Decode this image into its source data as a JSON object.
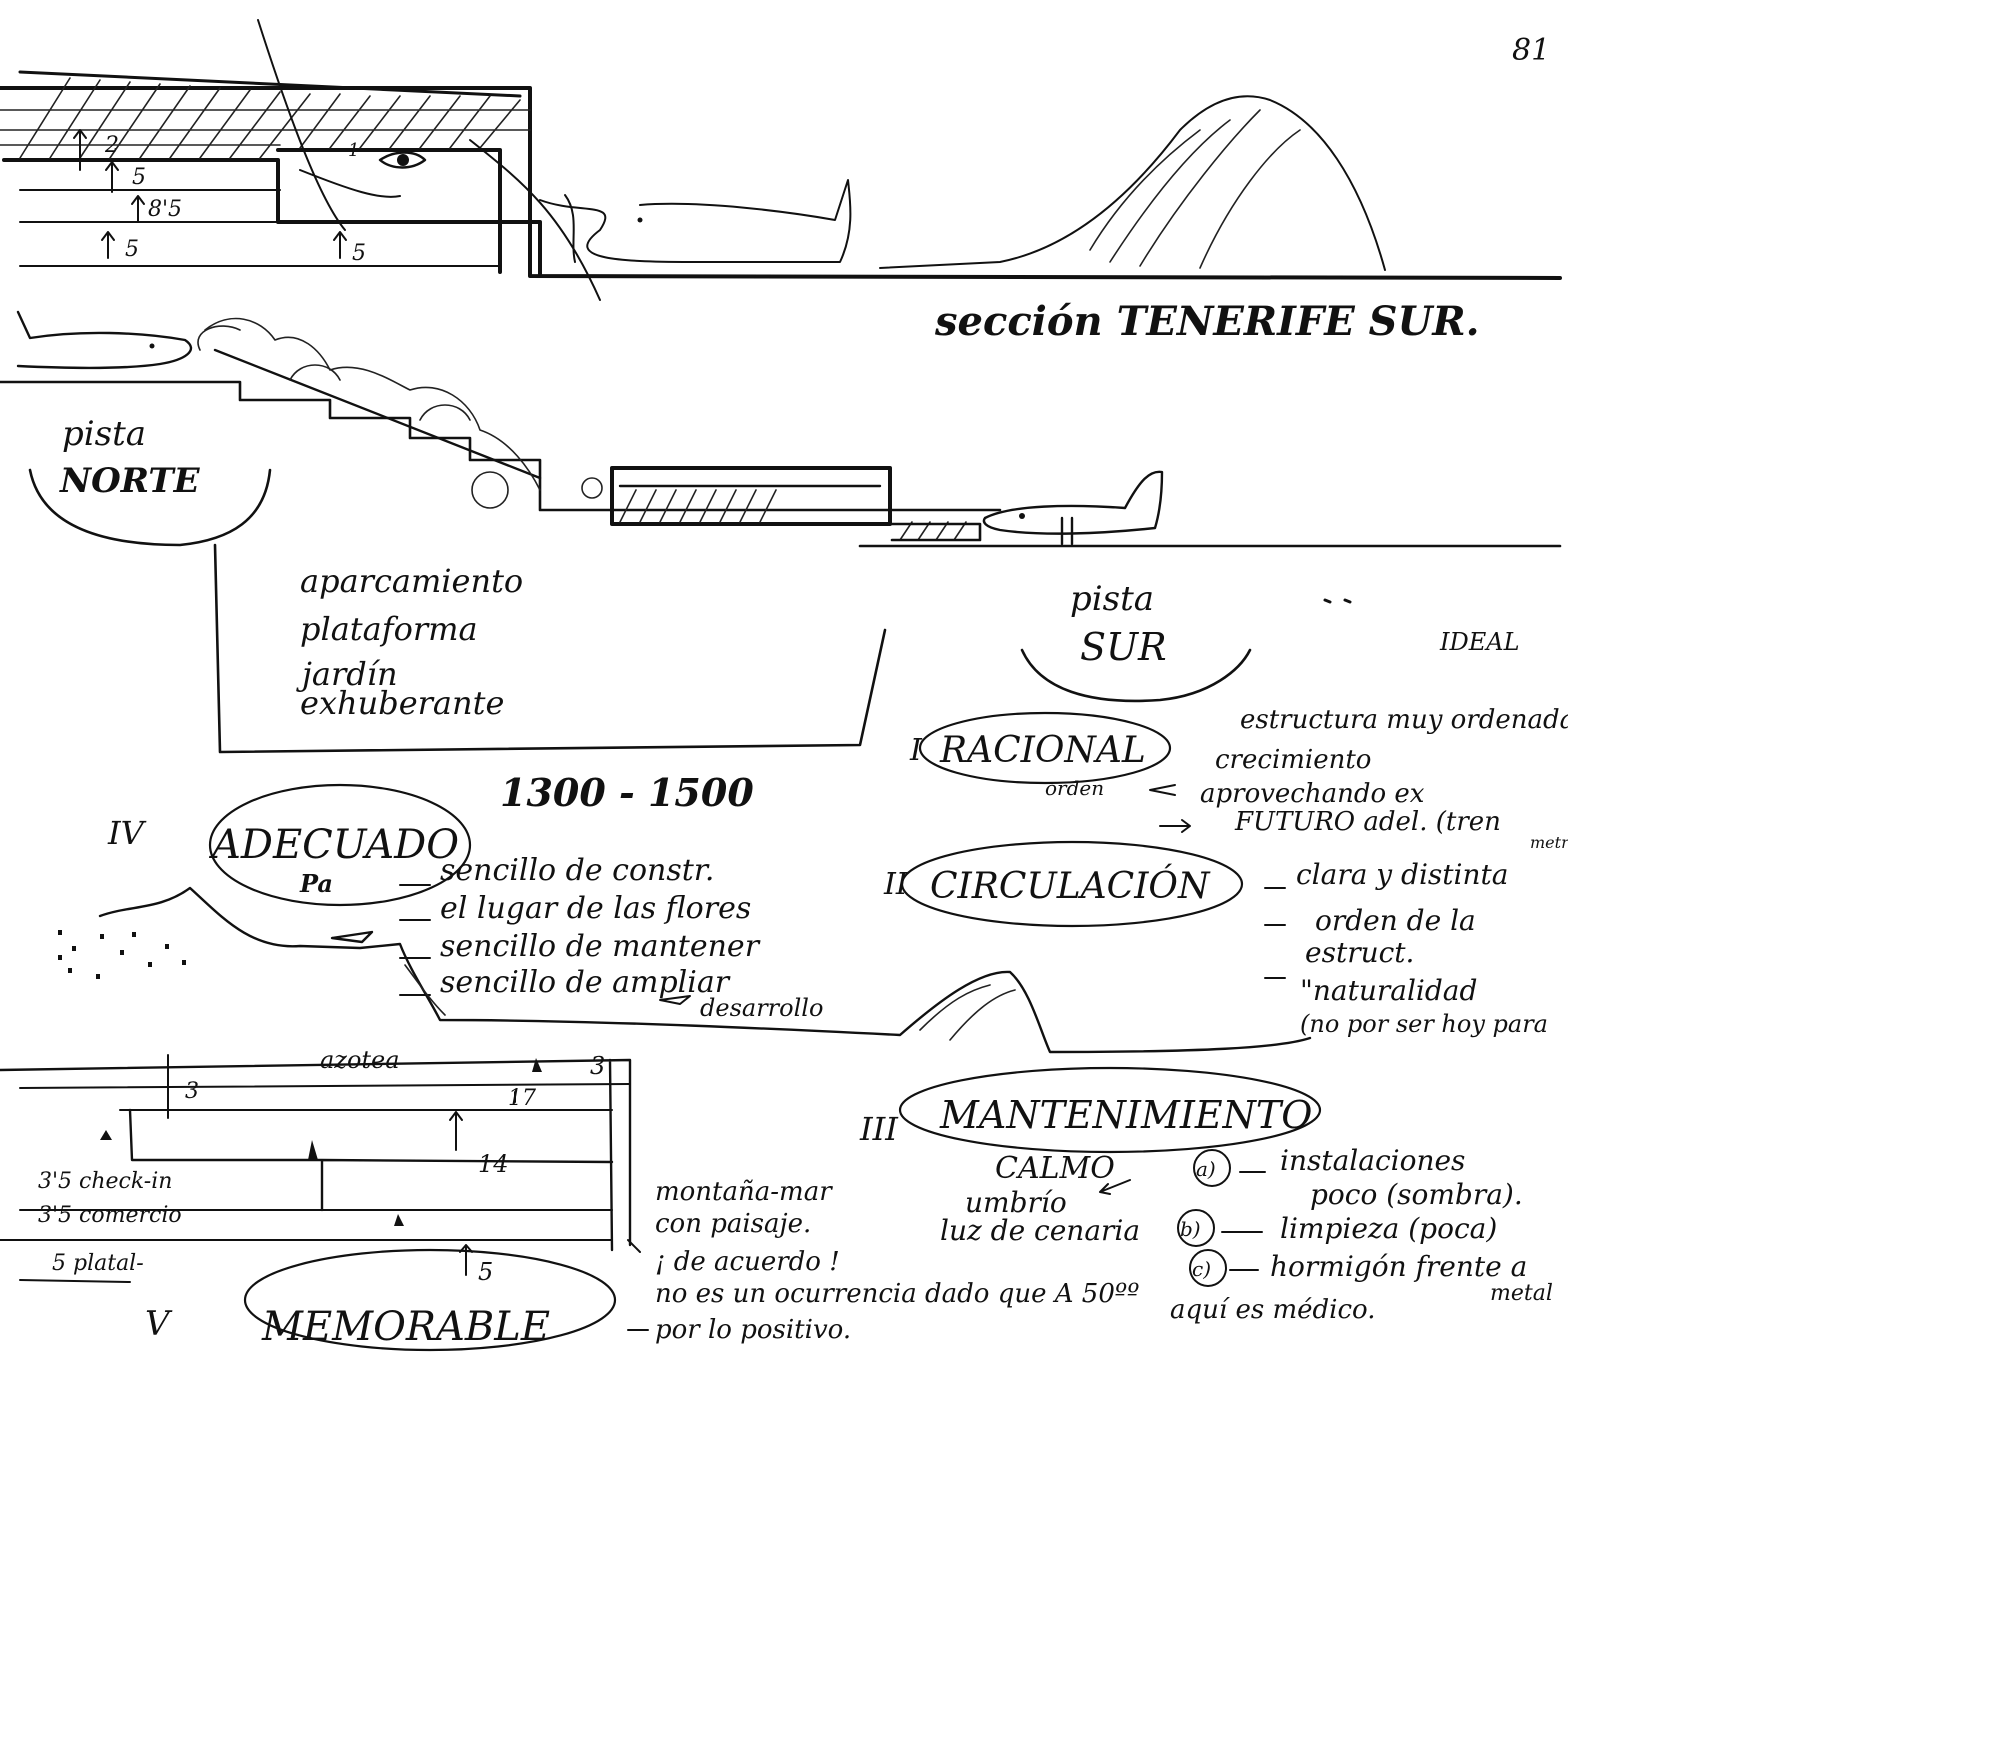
{
  "page_number": "81",
  "section_title": "sección TENERIFE SUR.",
  "top_section_labels": {
    "h_top": "2",
    "h_mid": "5",
    "h_upper": "8'5",
    "h_bottom": "5",
    "h_right": "5",
    "h_small": "1"
  },
  "pista_norte": [
    "pista",
    "NORTE"
  ],
  "pista_sur": [
    "pista",
    "SUR"
  ],
  "program_list": [
    "aparcamiento",
    "plataforma",
    "jardín",
    "exhuberante"
  ],
  "height_range": "1300 - 1500",
  "margin_note": "IDEAL",
  "principles": {
    "adecuado": {
      "numeral": "IV",
      "title": "ADECUADO",
      "prefix": "Pa",
      "notes": [
        "sencillo de constr.",
        "el lugar de las flores",
        "sencillo de mantener",
        "sencillo de ampliar",
        "desarrollo"
      ]
    },
    "racional": {
      "numeral": "I",
      "title": "RACIONAL",
      "sub": "orden",
      "notes": [
        "estructura muy ordenada",
        "crecimiento",
        "aprovechando ex",
        "FUTURO adel. (tren",
        "metro"
      ]
    },
    "circulacion": {
      "numeral": "II",
      "title": "CIRCULACIÓN",
      "notes": [
        "clara y distinta",
        "orden de la",
        "estruct.",
        "\"naturalidad",
        "(no por ser hoy para"
      ]
    },
    "mantenimiento": {
      "numeral": "III",
      "title": "MANTENIMIENTO",
      "left_words": [
        "CALMO",
        "umbrío",
        "luz de cenaria"
      ],
      "items": [
        {
          "marker": "a)",
          "text": "instalaciones"
        },
        {
          "marker": "",
          "text": "poco (sombra)."
        },
        {
          "marker": "b)",
          "text": "limpieza (poca)"
        },
        {
          "marker": "c)",
          "text": "hormigón frente a"
        },
        {
          "marker": "",
          "text": "metal"
        }
      ],
      "footnote": "aquí es médico."
    },
    "memorable": {
      "numeral": "V",
      "title": "MEMORABLE",
      "notes": [
        "montaña-mar",
        "con paisaje.",
        "¡ de acuerdo !",
        "no es un ocurrencia dado que A 50ºº",
        "por lo positivo."
      ]
    }
  },
  "bottom_section": {
    "roof_label": "azotea",
    "dim_3_left": "3",
    "dim_3_right": "3",
    "dim_17": "17",
    "dim_14": "14",
    "dim_5": "5",
    "levels": [
      "3'5 check-in",
      "3'5 comercio",
      "5 platal-"
    ]
  }
}
